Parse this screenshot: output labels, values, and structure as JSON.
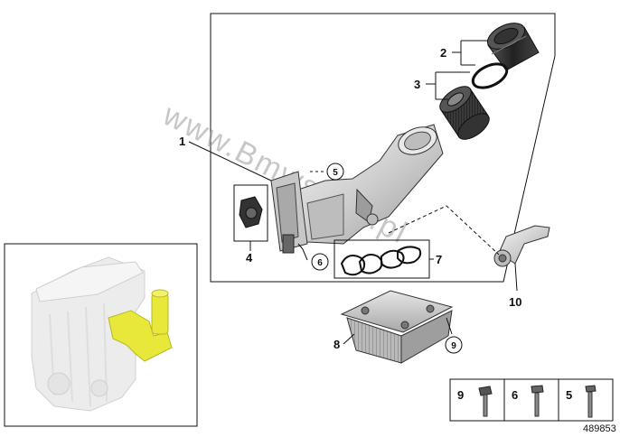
{
  "diagram": {
    "document_number": "489853",
    "watermark": "www.Bmwstore.pl",
    "callouts": [
      {
        "id": "1",
        "part": "oil-filter-housing"
      },
      {
        "id": "2",
        "part": "oil-filter-cap"
      },
      {
        "id": "3",
        "part": "oil-filter-element"
      },
      {
        "id": "4",
        "part": "sensor"
      },
      {
        "id": "5",
        "part": "bolt"
      },
      {
        "id": "6",
        "part": "bolt"
      },
      {
        "id": "7",
        "part": "gasket-set"
      },
      {
        "id": "8",
        "part": "oil-cooler"
      },
      {
        "id": "9",
        "part": "bolt"
      },
      {
        "id": "10",
        "part": "oil-pipe"
      }
    ],
    "hardware_legend": [
      {
        "id": "9"
      },
      {
        "id": "6"
      },
      {
        "id": "5"
      }
    ],
    "colors": {
      "line": "#111111",
      "part_fill": "#d9d9d9",
      "highlight": "#e8e83a",
      "engine_fill": "#eeeeee"
    }
  }
}
